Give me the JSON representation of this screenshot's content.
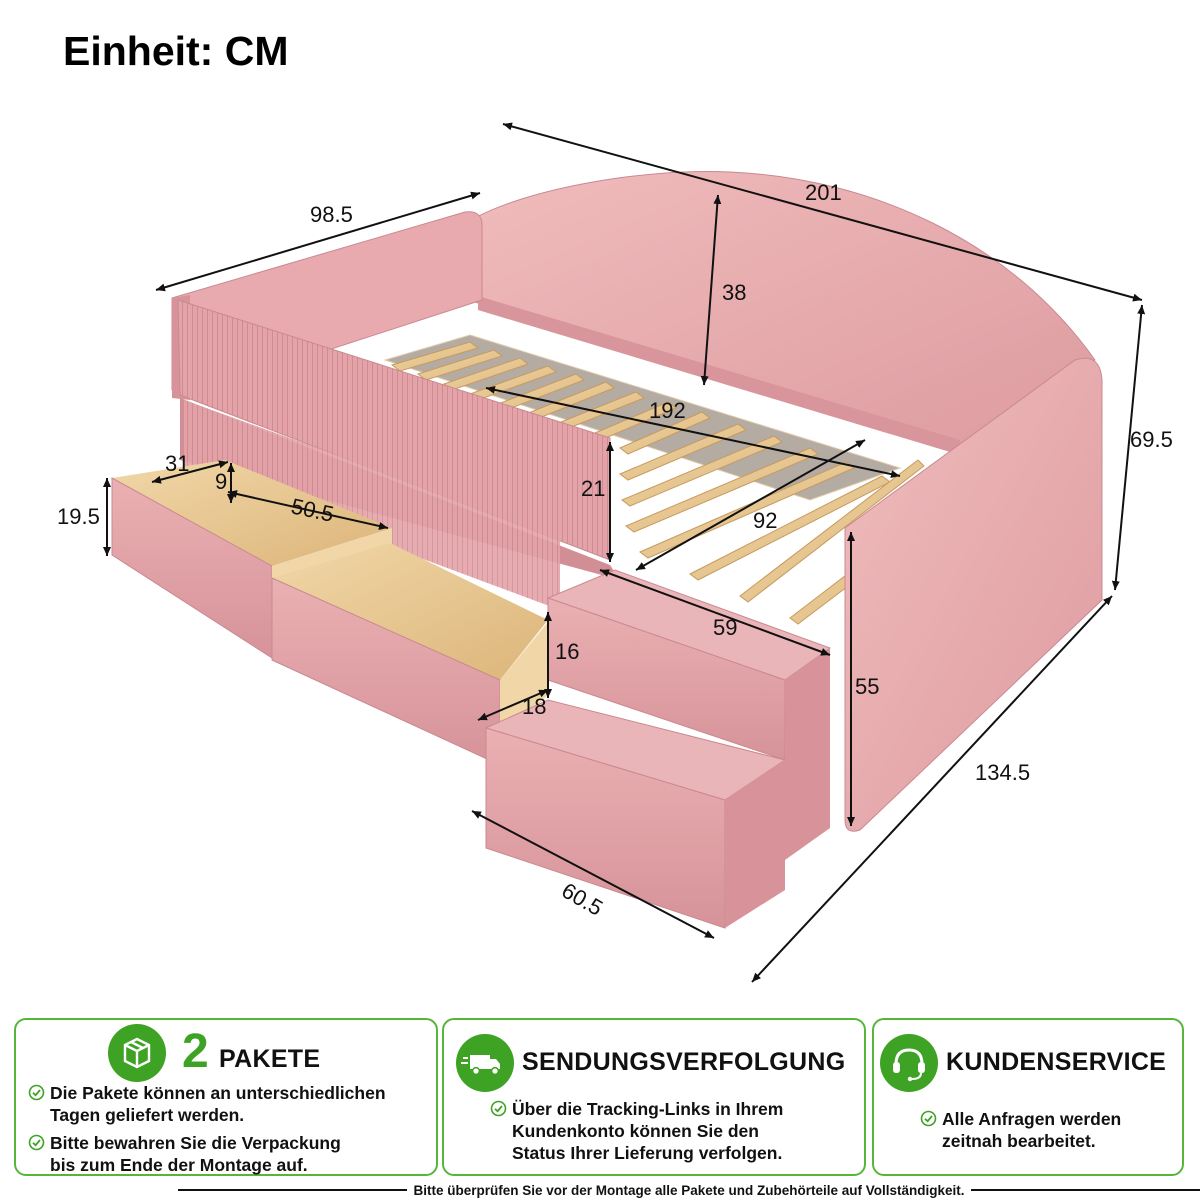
{
  "header": {
    "unit_title": "Einheit: CM"
  },
  "dimensions": {
    "total_length": "201",
    "total_width": "98.5",
    "headboard_height": "38",
    "total_height": "69.5",
    "inner_length": "192",
    "inner_width": "92",
    "side_rail_height": "21",
    "drawer_width": "31",
    "drawer_depth": "9",
    "drawer_height": "19.5",
    "drawer_length": "50.5",
    "step_height": "16",
    "step_depth": "18",
    "stair_length": "59",
    "armrest_height": "55",
    "stair_width": "60.5",
    "overall_depth": "134.5"
  },
  "cards": [
    {
      "heading_number": "2",
      "heading": "PAKETE",
      "icon": "package-box-icon",
      "bullets": [
        "Die Pakete können an unterschiedlichen\nTagen geliefert werden.",
        "Bitte bewahren Sie die Verpackung\nbis zum Ende der Montage auf."
      ]
    },
    {
      "heading": "SENDUNGSVERFOLGUNG",
      "icon": "delivery-truck-icon",
      "bullets": [
        "Über die Tracking-Links in Ihrem\nKundenkonto können Sie den\nStatus Ihrer Lieferung verfolgen."
      ]
    },
    {
      "heading": "KUNDENSERVICE",
      "icon": "headset-icon",
      "bullets": [
        "Alle Anfragen werden\nzeitnah bearbeitet."
      ]
    }
  ],
  "footer": {
    "note": "Bitte überprüfen Sie vor der Montage alle Pakete und Zubehörteile auf Vollständigkeit."
  },
  "colors": {
    "accent_green": "#3ea324",
    "card_border": "#57b53a",
    "upholstery_pink": "#e8a9ac",
    "slat_wood": "#e9c98f"
  }
}
